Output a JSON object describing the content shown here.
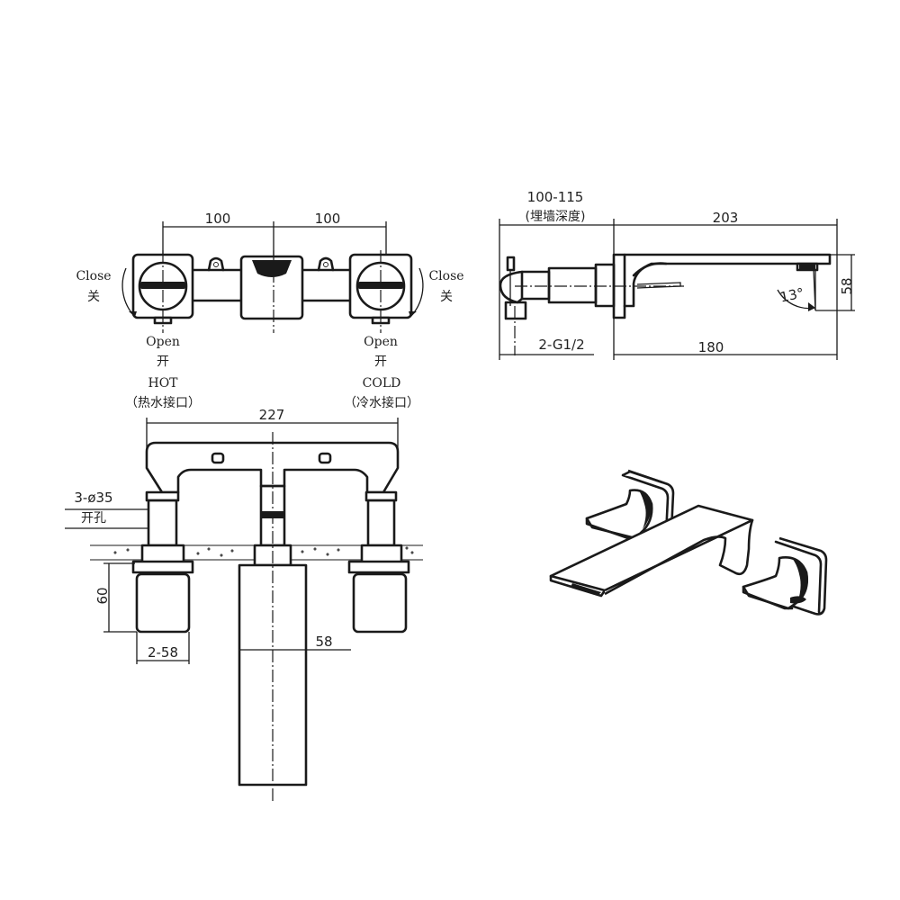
{
  "top_view": {
    "dim_left": "100",
    "dim_right": "100",
    "left_close_en": "Close",
    "left_close_cn": "关",
    "right_close_en": "Close",
    "right_close_cn": "关",
    "left_open_en": "Open",
    "left_open_cn": "开",
    "right_open_en": "Open",
    "right_open_cn": "开",
    "hot_en": "HOT",
    "hot_cn": "（热水接口）",
    "cold_en": "COLD",
    "cold_cn": "（冷水接口）"
  },
  "side_view": {
    "wall_depth": "100-115",
    "wall_depth_cn": "(埋墙深度)",
    "length_top": "203",
    "height": "58",
    "angle": "13°",
    "thread": "2-G1/2",
    "length_bottom": "180"
  },
  "front_view": {
    "width": "227",
    "holes": "3-ø35",
    "holes_cn": "开孔",
    "height": "60",
    "handle_width": "2-58",
    "spout_width": "58"
  }
}
